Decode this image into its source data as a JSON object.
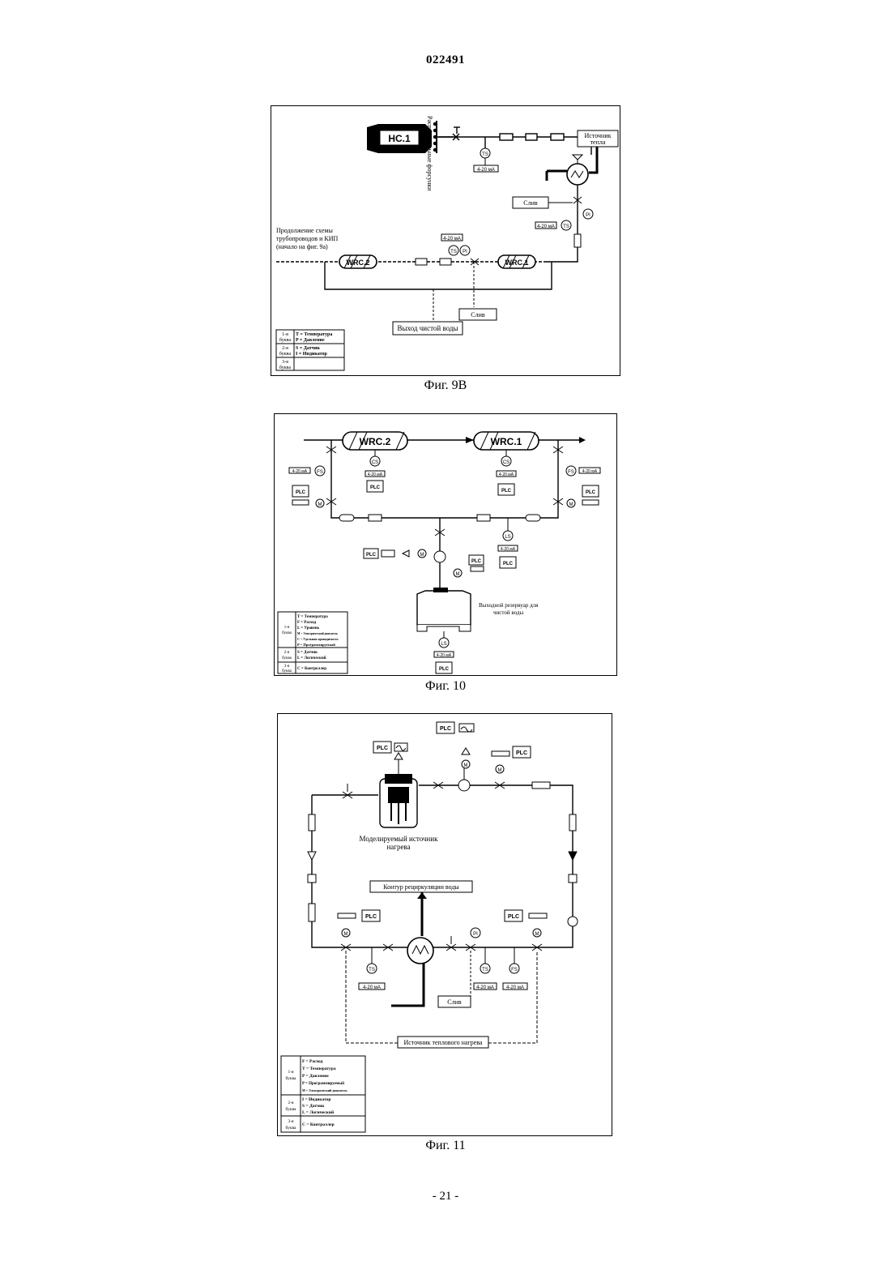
{
  "header": {
    "doc_number": "022491"
  },
  "figures": [
    {
      "caption": "Фиг. 9B",
      "labels": {
        "hc1": "HC.1",
        "nozzles": "Распылительные форсунки",
        "heat_source": [
          "Источник",
          "тепла"
        ],
        "drain": "Слив",
        "continuation": [
          "Продолжение схемы",
          "трубопроводов и КИП",
          "(начало на фиг. 9а)"
        ],
        "wrc2": "WRC.2",
        "wrc1": "WRC.1",
        "drain2": "Слив",
        "clean_water_out": "Выход чистой воды",
        "ma": "4-20 мА",
        "ts": "TS",
        "pi": "PI"
      },
      "legend": [
        {
          "letter": [
            "1-я",
            "буква"
          ],
          "items": [
            "T = Температура",
            "P = Давление"
          ]
        },
        {
          "letter": [
            "2-я",
            "буква"
          ],
          "items": [
            "S = Датчик",
            "I = Индикатор"
          ]
        },
        {
          "letter": [
            "3-я",
            "буква"
          ],
          "items": []
        }
      ]
    },
    {
      "caption": "Фиг. 10",
      "labels": {
        "wrc2": "WRC.2",
        "wrc1": "WRC.1",
        "cs": "CS",
        "fs": "FS",
        "ls": "LS",
        "m": "M",
        "plc": "PLC",
        "ma": "4-20 мА",
        "tank": [
          "Выходной резервуар для",
          "чистой воды"
        ]
      },
      "legend": [
        {
          "letter": [
            "1-я",
            "буква"
          ],
          "items": [
            "T = Температура",
            "F = Расход",
            "L = Уровень",
            "M = Электрический двигатель",
            "C = Удельная проводимость",
            "P = Программируемый"
          ]
        },
        {
          "letter": [
            "2-я",
            "буква"
          ],
          "items": [
            "S = Датчик",
            "L = Логический"
          ]
        },
        {
          "letter": [
            "3-я",
            "буква"
          ],
          "items": [
            "C = Контроллер"
          ]
        }
      ]
    },
    {
      "caption": "Фиг. 11",
      "labels": {
        "plc": "PLC",
        "m": "M",
        "simulated_source": [
          "Моделируемый источник",
          "нагрева"
        ],
        "recirc": "Контур рециркуляции воды",
        "ts": "TS",
        "fs": "FS",
        "pi": "PI",
        "ma": "4-20 мА",
        "drain": "Слив",
        "heat_source": "Источник теплового нагрева"
      },
      "legend": [
        {
          "letter": [
            "1-я",
            "буква"
          ],
          "items": [
            "F = Расход",
            "T = Температура",
            "P = Давление",
            "P = Программируемый",
            "M = Электрический двигатель"
          ]
        },
        {
          "letter": [
            "2-я",
            "буква"
          ],
          "items": [
            "I = Индикатор",
            "S = Датчик",
            "L = Логический"
          ]
        },
        {
          "letter": [
            "3-я",
            "буква"
          ],
          "items": [
            "C = Контроллер"
          ]
        }
      ]
    }
  ],
  "footer": {
    "page_number": "- 21 -"
  }
}
